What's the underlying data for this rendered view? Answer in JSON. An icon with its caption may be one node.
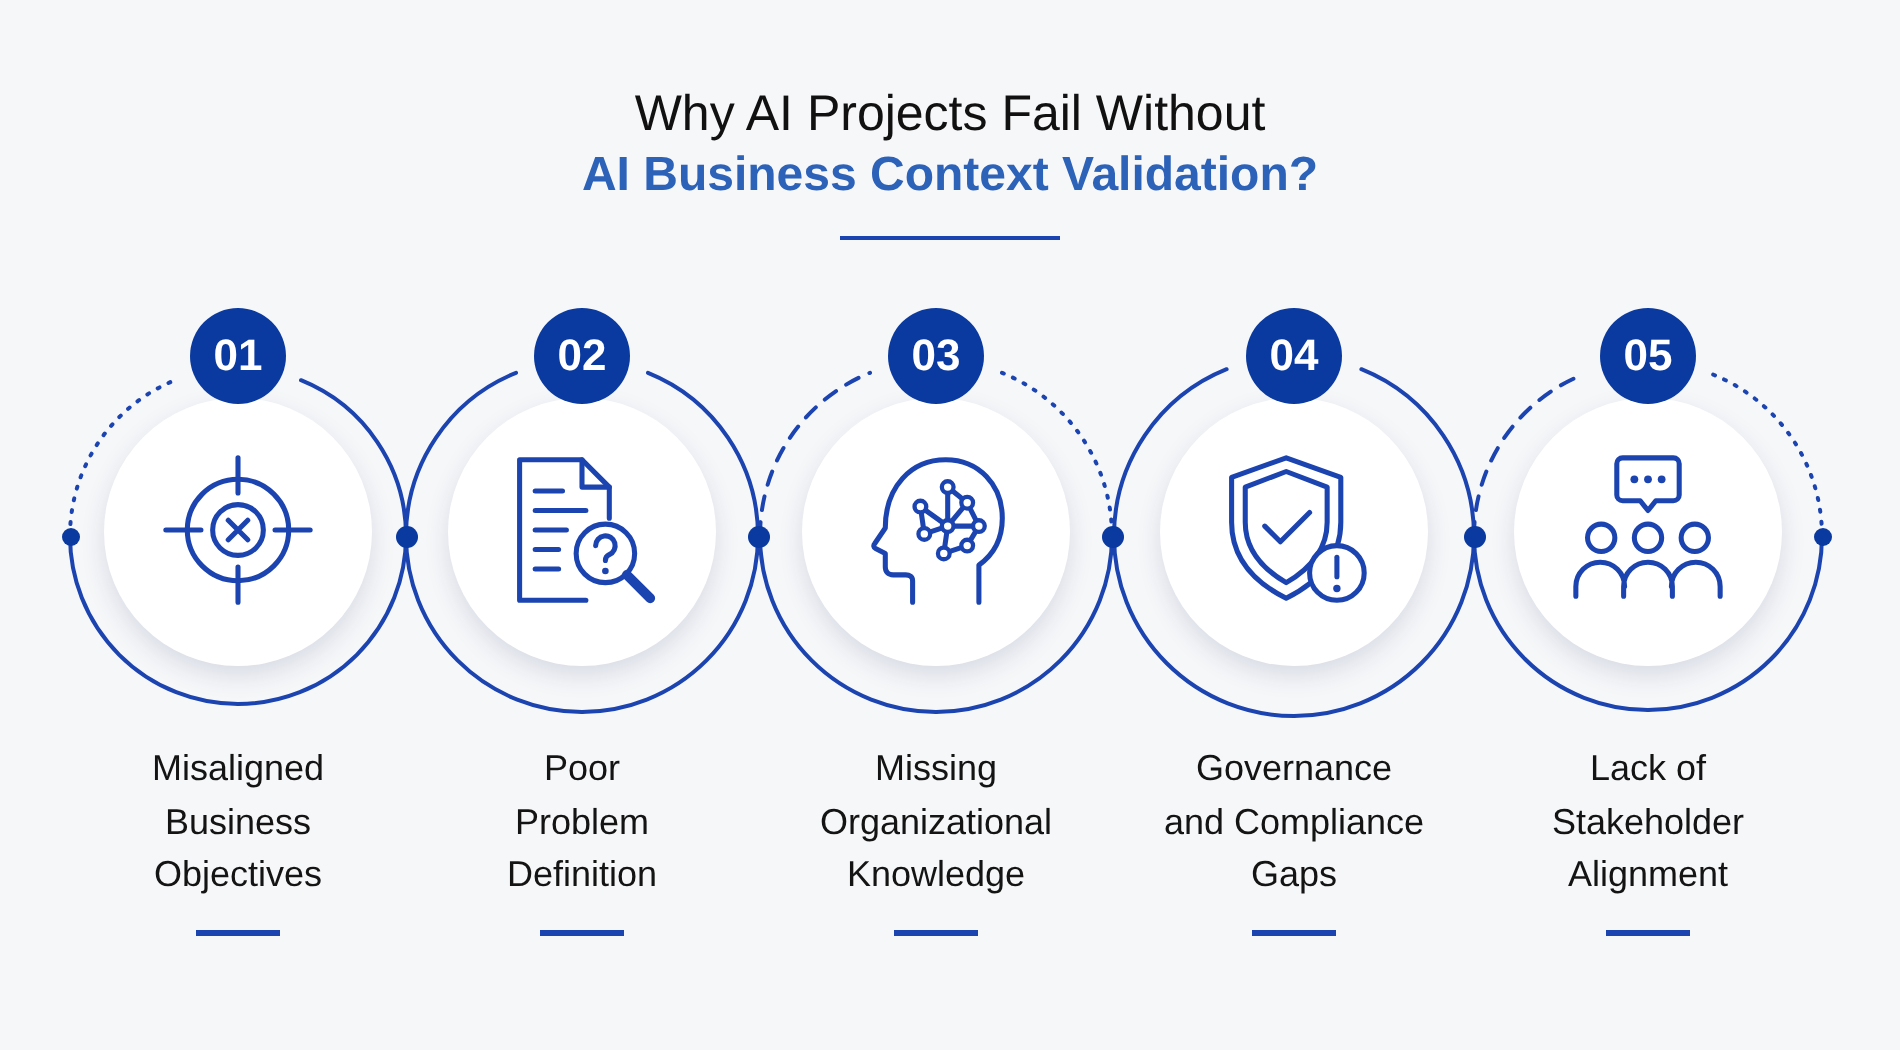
{
  "diagram": {
    "title": "Why AI Projects Fail Without AI Business Context Validation?",
    "nodes": [
      {
        "text": [
          "01"
        ],
        "beside": [
          "Misaligned Business Objectives"
        ]
      },
      {
        "text": [
          "02"
        ],
        "beside": [
          "Poor Problem Definition"
        ]
      },
      {
        "text": [
          "03"
        ],
        "beside": [
          "Missing Organizational Knowledge"
        ]
      },
      {
        "text": [
          "04"
        ],
        "beside": [
          "Governance and Compliance Gaps"
        ]
      },
      {
        "text": [
          "05"
        ],
        "beside": [
          "Lack of Stakeholder Alignment"
        ]
      }
    ]
  }
}
